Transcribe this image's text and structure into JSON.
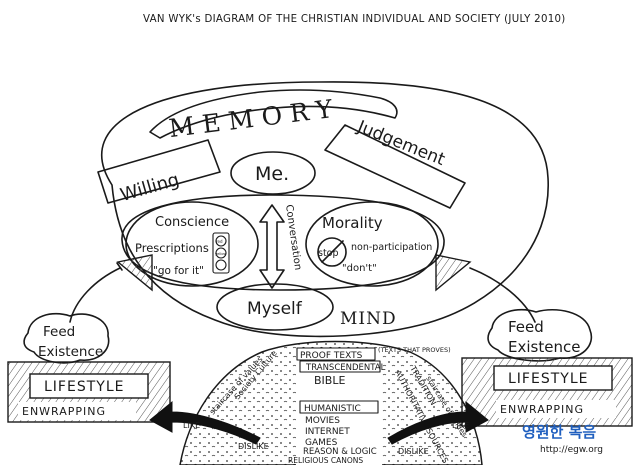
{
  "title": "VAN WYK's DIAGRAM OF THE CHRISTIAN INDIVIDUAL AND SOCIETY (JULY 2010)",
  "head": {
    "memory": "MEMORY",
    "willing": "Willing",
    "me": "Me.",
    "judgement": "Judgement",
    "conscience": "Conscience",
    "prescriptions": "Prescriptions",
    "go_for_it": "\"go for it\"",
    "conversation": "Conversation",
    "morality": "Morality",
    "stop": "stop",
    "non_participation": "non-participation",
    "dont": "\"don't\"",
    "myself": "Myself",
    "mind": "MIND",
    "traffic_light": [
      "red",
      "yellow"
    ]
  },
  "left": {
    "feed": "Feed",
    "existence": "Existence",
    "lifestyle": "LIFESTYLE",
    "enwrapping": "ENWRAPPING",
    "like": "LIKE",
    "dislike": "DISLIKE",
    "staircase": "staircase of values",
    "society_culture": "Society Culture"
  },
  "right": {
    "feed": "Feed",
    "existence": "Existence",
    "lifestyle": "LIFESTYLE",
    "enwrapping": "ENWRAPPING",
    "like": "LIKE",
    "dislike": "DISLIKE",
    "staircase": "staircase of values",
    "tradition": "TRADITION",
    "authoritative_sources": "AUTHORITATIVE SOURCES"
  },
  "center": {
    "proof_texts": "PROOF TEXTS",
    "texts_that_proves": "(TEXTS THAT PROVES)",
    "transcendental": "TRANSCENDENTAL",
    "bible": "BIBLE",
    "humanistic": "HUMANISTIC",
    "movies": "MOVIES",
    "internet": "INTERNET",
    "games": "GAMES",
    "reason_logic": "REASON & LOGIC",
    "religious_canons": "RELIGIOUS CANONS"
  },
  "watermark": {
    "title": "영원한 복음",
    "url": "http://egw.org",
    "color": "#1f5fbf"
  }
}
